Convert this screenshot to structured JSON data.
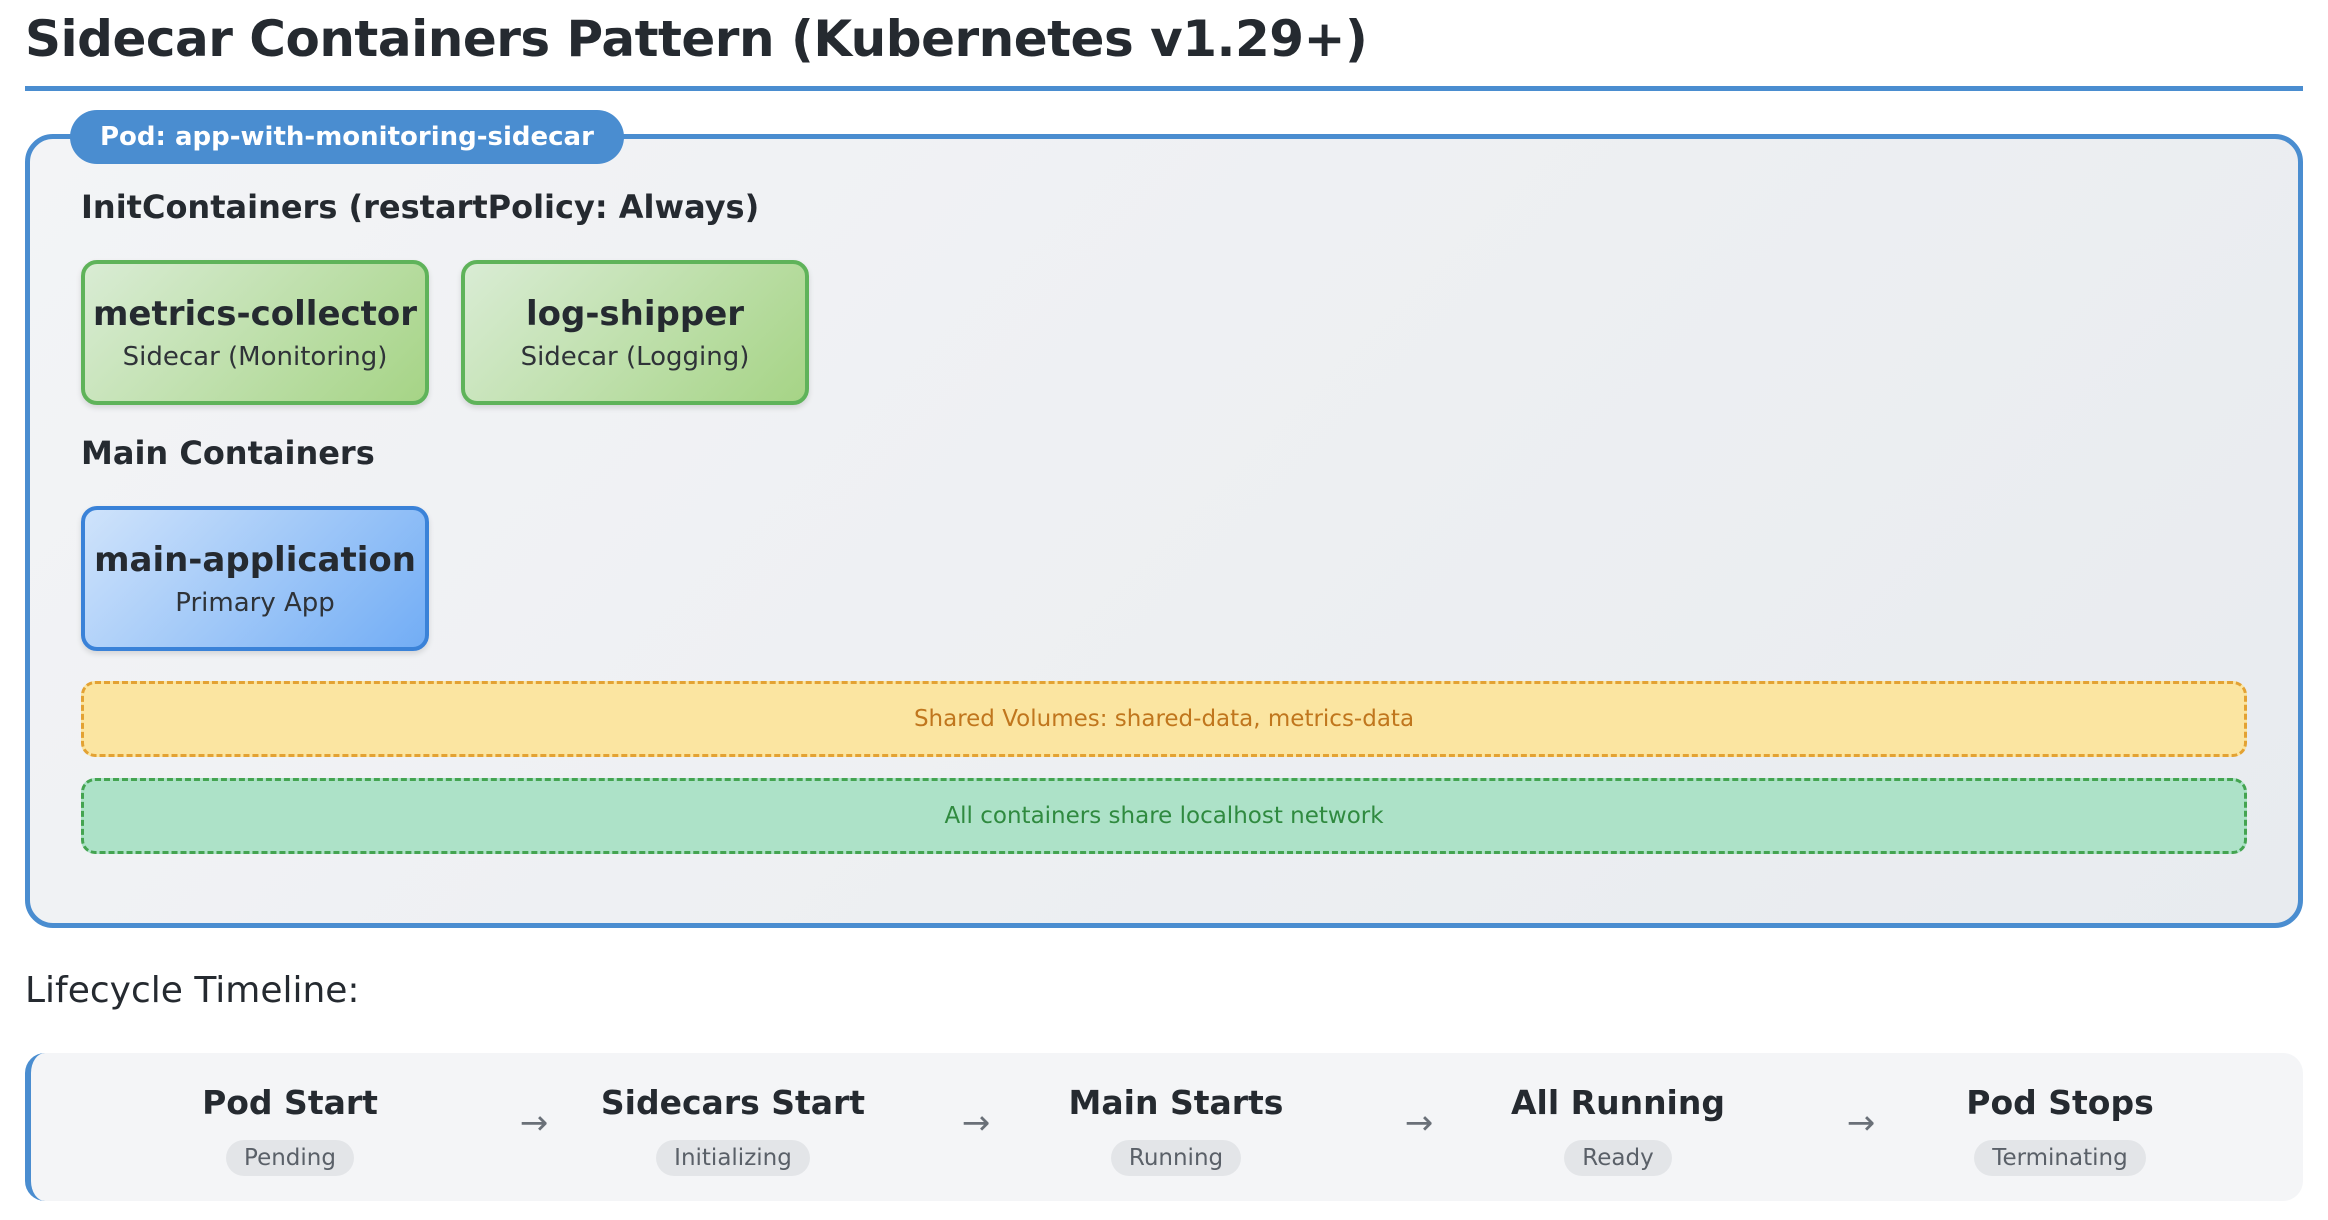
{
  "page": {
    "title": "Sidecar Containers Pattern (Kubernetes v1.29+)"
  },
  "pod": {
    "label": "Pod: app-with-monitoring-sidecar",
    "init_section": {
      "label": "InitContainers (restartPolicy: Always)",
      "containers": [
        {
          "name": "metrics-collector",
          "role": "Sidecar (Monitoring)"
        },
        {
          "name": "log-shipper",
          "role": "Sidecar (Logging)"
        }
      ]
    },
    "main_section": {
      "label": "Main Containers",
      "containers": [
        {
          "name": "main-application",
          "role": "Primary App"
        }
      ]
    },
    "shared_volumes": "Shared Volumes: shared-data, metrics-data",
    "shared_network": "All containers share localhost network"
  },
  "timeline": {
    "heading": "Lifecycle Timeline:",
    "arrow": "→",
    "stages": [
      {
        "name": "Pod Start",
        "state": "Pending"
      },
      {
        "name": "Sidecars Start",
        "state": "Initializing"
      },
      {
        "name": "Main Starts",
        "state": "Running"
      },
      {
        "name": "All Running",
        "state": "Ready"
      },
      {
        "name": "Pod Stops",
        "state": "Terminating"
      }
    ]
  },
  "colors": {
    "accent": "#4a8dd0",
    "sidecar_border": "#5fb35a",
    "main_border": "#3a82d8",
    "volume_border": "#e3a233",
    "network_border": "#44a451"
  }
}
